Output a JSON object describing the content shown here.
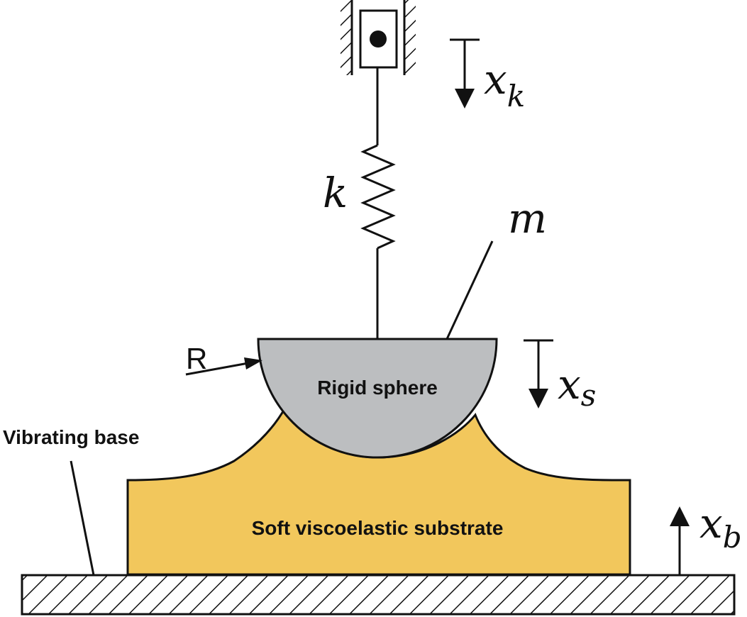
{
  "labels": {
    "xk_base": "x",
    "xk_sub": "k",
    "k": "k",
    "m": "m",
    "R": "R",
    "xs_base": "x",
    "xs_sub": "s",
    "xb_base": "x",
    "xb_sub": "b",
    "sphere": "Rigid sphere",
    "substrate": "Soft viscoelastic substrate",
    "base": "Vibrating base"
  },
  "colors": {
    "substrate_fill": "#F2C75C",
    "sphere_fill": "#BCBEC0",
    "line": "#111111"
  }
}
